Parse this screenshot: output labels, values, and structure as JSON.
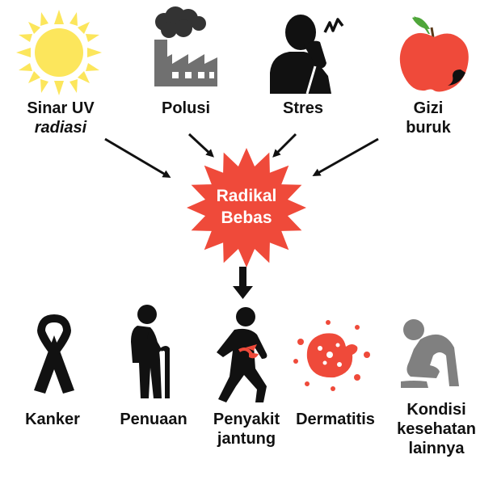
{
  "causes": [
    {
      "id": "uv",
      "icon": "sun-icon",
      "line1": "Sinar UV",
      "line2": "radiasi"
    },
    {
      "id": "pollution",
      "icon": "factory-smoke-icon",
      "line1": "Polusi",
      "line2": ""
    },
    {
      "id": "stress",
      "icon": "stressed-person-icon",
      "line1": "Stres",
      "line2": ""
    },
    {
      "id": "nutrition",
      "icon": "rotten-apple-icon",
      "line1": "Gizi",
      "line2": "buruk"
    }
  ],
  "center": {
    "line1": "Radikal",
    "line2": "Bebas",
    "color": "#ef4a3a"
  },
  "effects": [
    {
      "id": "cancer",
      "icon": "cancer-ribbon-icon",
      "line1": "Kanker",
      "line2": "",
      "line3": ""
    },
    {
      "id": "aging",
      "icon": "elderly-person-cane-icon",
      "line1": "Penuaan",
      "line2": "",
      "line3": ""
    },
    {
      "id": "heart",
      "icon": "heart-pain-person-icon",
      "line1": "Penyakit",
      "line2": "jantung",
      "line3": ""
    },
    {
      "id": "dermatitis",
      "icon": "skin-cell-icon",
      "line1": "Dermatitis",
      "line2": "",
      "line3": ""
    },
    {
      "id": "other",
      "icon": "sitting-person-icon",
      "line1": "Kondisi",
      "line2": "kesehatan",
      "line3": "lainnya"
    }
  ],
  "colors": {
    "sun": "#fce65c",
    "smoke": "#333333",
    "factory": "#707070",
    "apple": "#ef4a3a",
    "leaf": "#4fa63a",
    "accent": "#ef4a3a",
    "gray": "#808080",
    "black": "#111111"
  }
}
